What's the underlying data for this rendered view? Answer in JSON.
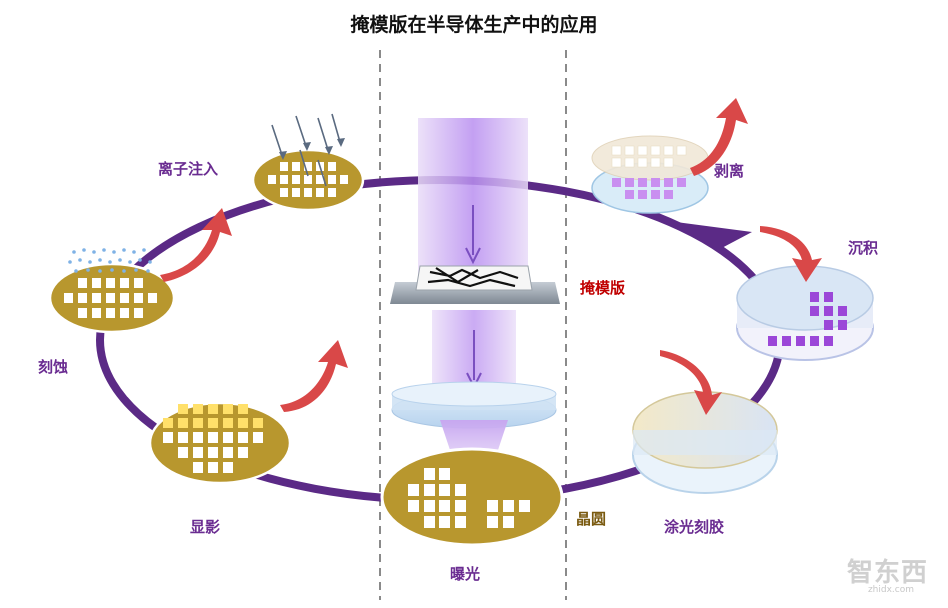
{
  "title": "掩模版在半导体生产中的应用",
  "labels": {
    "ion_implant": "离子注入",
    "etch": "刻蚀",
    "develop": "显影",
    "exposure": "曝光",
    "wafer": "晶圆",
    "photoresist": "涂光刻胶",
    "deposition": "沉积",
    "strip": "剥离",
    "mask": "掩模版"
  },
  "watermark": {
    "brand": "智东西",
    "url": "zhidx.com"
  },
  "colors": {
    "cycle_purple": "#5b2a86",
    "wafer_gold": "#b8972e",
    "red_arrow": "#d94848",
    "label_purple": "#6a2c91",
    "label_red": "#c00000",
    "light_purple": "#c9a8ee"
  }
}
